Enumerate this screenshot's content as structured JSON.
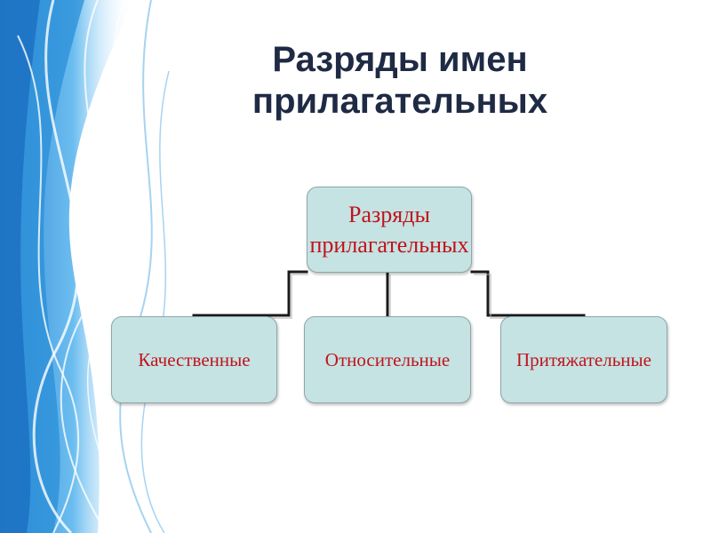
{
  "slide": {
    "title_line1": "Разряды имен",
    "title_line2": "прилагательных"
  },
  "diagram": {
    "root": {
      "line1": "Разряды",
      "line2": "прилагательных"
    },
    "children": [
      "Качественные",
      "Относительные",
      "Притяжательные"
    ]
  },
  "colors": {
    "node_fill": "#c5e3e3",
    "node_text": "#c0141c",
    "title_text": "#1f2a44",
    "decor_blue": "#2f93d8"
  }
}
